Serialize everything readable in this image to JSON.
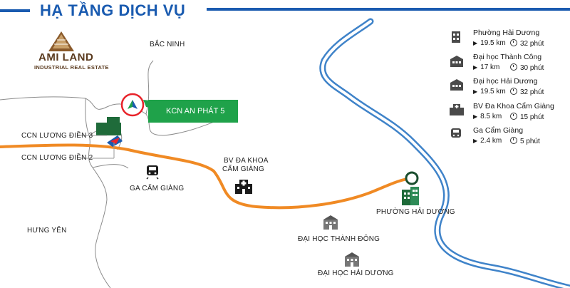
{
  "header": {
    "title": "HẠ TẦNG DỊCH VỤ"
  },
  "logo": {
    "brand": "AMI LAND",
    "tagline": "INDUSTRIAL REAL ESTATE"
  },
  "map": {
    "labels": {
      "bac_ninh": "BẮC NINH",
      "hung_yen": "HƯNG YÊN",
      "ccn_luong_dien_3": "CCN LƯƠNG ĐIỀN 3",
      "ccn_luong_dien_2": "CCN LƯƠNG ĐIỀN 2",
      "kcn_an_phat_5": "KCN AN PHÁT 5",
      "ga_cam_giang": "GA CẨM GIÀNG",
      "bv_da_khoa_line1": "BV ĐA KHOA",
      "bv_da_khoa_line2": "CẨM GIÀNG",
      "phuong_hai_duong": "PHƯỜNG HẢI DƯƠNG",
      "dai_hoc_thanh_dong": "ĐẠI HỌC THÀNH ĐÔNG",
      "dai_hoc_hai_duong": "ĐẠI HỌC HẢI DƯƠNG"
    },
    "colors": {
      "river": "#3f83c9",
      "route": "#f08a24",
      "kcn_green": "#1fa24a",
      "accent_blue": "#1a5bb0",
      "highlight_red": "#e8232a"
    }
  },
  "legend": {
    "items": [
      {
        "name": "Phường Hải Dương",
        "distance": "19.5 km",
        "time": "32 phút",
        "icon": "office-building-icon"
      },
      {
        "name": "Đại học Thành Công",
        "distance": "17 km",
        "time": "30 phút",
        "icon": "university-icon"
      },
      {
        "name": "Đại học Hải Dương",
        "distance": "19.5 km",
        "time": "32 phút",
        "icon": "university-icon"
      },
      {
        "name": "BV Đa Khoa Cẩm Giàng",
        "distance": "8.5 km",
        "time": "15 phút",
        "icon": "hospital-icon"
      },
      {
        "name": "Ga Cẩm Giàng",
        "distance": "2.4 km",
        "time": "5 phút",
        "icon": "train-icon"
      }
    ]
  }
}
